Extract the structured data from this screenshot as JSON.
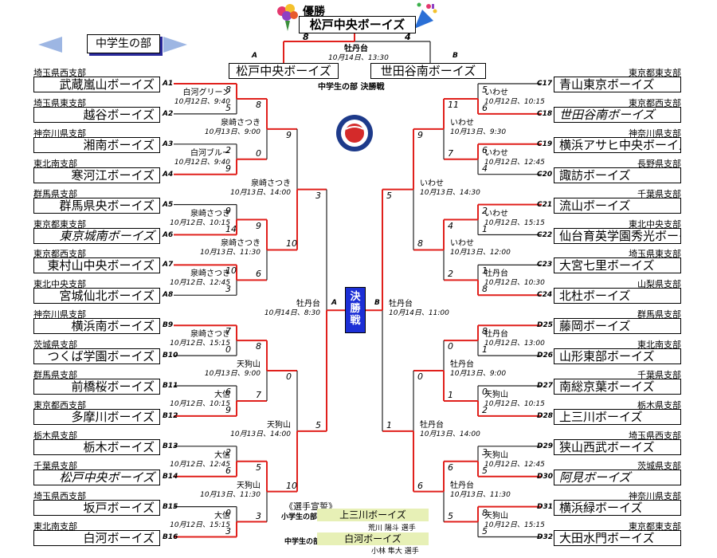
{
  "header": {
    "section_title": "中学生の部",
    "champion_label": "優勝",
    "champion_team": "松戸中央ボーイズ",
    "final_score_a": "8",
    "final_score_b": "4",
    "final_venue": "牡丹台",
    "final_date": "10月14日、13:30",
    "final_team_a_letter": "A",
    "final_team_b_letter": "B",
    "final_team_a": "松戸中央ボーイズ",
    "final_team_b": "世田谷南ボーイズ",
    "final_caption": "中学生の部  決勝戦",
    "final_badge": "決勝戦"
  },
  "teams_left": [
    {
      "pref": "埼玉県西支部",
      "name": "武蔵嵐山ボーイズ",
      "code": "A1",
      "italic": false
    },
    {
      "pref": "埼玉県東支部",
      "name": "越谷ボーイズ",
      "code": "A2",
      "italic": false
    },
    {
      "pref": "神奈川県支部",
      "name": "湘南ボーイズ",
      "code": "A3",
      "italic": false
    },
    {
      "pref": "東北南支部",
      "name": "寒河江ボーイズ",
      "code": "A4",
      "italic": false
    },
    {
      "pref": "群馬県支部",
      "name": "群馬県央ボーイズ",
      "code": "A5",
      "italic": false
    },
    {
      "pref": "東京都東支部",
      "name": "東京城南ボーイズ",
      "code": "A6",
      "italic": true
    },
    {
      "pref": "東京都西支部",
      "name": "東村山中央ボーイズ",
      "code": "A7",
      "italic": false
    },
    {
      "pref": "東北中央支部",
      "name": "宮城仙北ボーイズ",
      "code": "A8",
      "italic": false
    },
    {
      "pref": "神奈川県支部",
      "name": "横浜南ボーイズ",
      "code": "B9",
      "italic": false
    },
    {
      "pref": "茨城県支部",
      "name": "つくば学園ボーイズ",
      "code": "B10",
      "italic": false
    },
    {
      "pref": "群馬県支部",
      "name": "前橋桜ボーイズ",
      "code": "B11",
      "italic": false
    },
    {
      "pref": "東京都西支部",
      "name": "多摩川ボーイズ",
      "code": "B12",
      "italic": false
    },
    {
      "pref": "栃木県支部",
      "name": "栃木ボーイズ",
      "code": "B13",
      "italic": false
    },
    {
      "pref": "千葉県支部",
      "name": "松戸中央ボーイズ",
      "code": "B14",
      "italic": true
    },
    {
      "pref": "埼玉県西支部",
      "name": "坂戸ボーイズ",
      "code": "B15",
      "italic": false
    },
    {
      "pref": "東北南支部",
      "name": "白河ボーイズ",
      "code": "B16",
      "italic": false
    }
  ],
  "teams_right": [
    {
      "pref": "東京都東支部",
      "name": "青山東京ボーイズ",
      "code": "C17",
      "italic": false
    },
    {
      "pref": "東京都西支部",
      "name": "世田谷南ボーイズ",
      "code": "C18",
      "italic": true
    },
    {
      "pref": "神奈川県支部",
      "name": "横浜アサヒ中央ボーイズ",
      "code": "C19",
      "italic": false
    },
    {
      "pref": "長野県支部",
      "name": "諏訪ボーイズ",
      "code": "C20",
      "italic": false
    },
    {
      "pref": "千葉県支部",
      "name": "流山ボーイズ",
      "code": "C21",
      "italic": false
    },
    {
      "pref": "東北中央支部",
      "name": "仙台育英学園秀光ボーイズ",
      "code": "C22",
      "italic": false
    },
    {
      "pref": "埼玉県東支部",
      "name": "大宮七里ボーイズ",
      "code": "C23",
      "italic": false
    },
    {
      "pref": "山梨県支部",
      "name": "北杜ボーイズ",
      "code": "C24",
      "italic": false
    },
    {
      "pref": "群馬県支部",
      "name": "藤岡ボーイズ",
      "code": "D25",
      "italic": false
    },
    {
      "pref": "東北南支部",
      "name": "山形東部ボーイズ",
      "code": "D26",
      "italic": false
    },
    {
      "pref": "千葉県支部",
      "name": "南総京葉ボーイズ",
      "code": "D27",
      "italic": false
    },
    {
      "pref": "栃木県支部",
      "name": "上三川ボーイズ",
      "code": "D28",
      "italic": false
    },
    {
      "pref": "埼玉県西支部",
      "name": "狭山西武ボーイズ",
      "code": "D29",
      "italic": false
    },
    {
      "pref": "茨城県支部",
      "name": "阿見ボーイズ",
      "code": "D30",
      "italic": true
    },
    {
      "pref": "神奈川県支部",
      "name": "横浜緑ボーイズ",
      "code": "D31",
      "italic": false
    },
    {
      "pref": "東京都東支部",
      "name": "大田水門ボーイズ",
      "code": "D32",
      "italic": false
    }
  ],
  "left_r1": [
    {
      "venue": "白河グリーン",
      "date": "10月12日、9:40",
      "s1": "8",
      "s2": "5",
      "w": 0
    },
    {
      "venue": "白河ブルー",
      "date": "10月12日、9:40",
      "s1": "2",
      "s2": "9",
      "w": 1
    },
    {
      "venue": "泉崎さつき",
      "date": "10月12日、10:15",
      "s1": "9",
      "s2": "14",
      "w": 1
    },
    {
      "venue": "泉崎さつき",
      "date": "10月12日、12:45",
      "s1": "10",
      "s2": "3",
      "w": 0
    },
    {
      "venue": "泉崎さつき",
      "date": "10月12日、15:15",
      "s1": "7",
      "s2": "0",
      "w": 0
    },
    {
      "venue": "大信",
      "date": "10月12日、10:15",
      "s1": "6",
      "s2": "9",
      "w": 1
    },
    {
      "venue": "大信",
      "date": "10月12日、12:45",
      "s1": "2",
      "s2": "6",
      "w": 1
    },
    {
      "venue": "大信",
      "date": "10月12日、15:15",
      "s1": "0",
      "s2": "3",
      "w": 1
    }
  ],
  "left_r2": [
    {
      "venue": "泉崎さつき",
      "date": "10月13日、9:00",
      "s1": "8",
      "s2": "0",
      "w": 0
    },
    {
      "venue": "泉崎さつき",
      "date": "10月13日、11:30",
      "s1": "9",
      "s2": "6",
      "w": 0
    },
    {
      "venue": "天狗山",
      "date": "10月13日、9:00",
      "s1": "8",
      "s2": "7",
      "w": 0
    },
    {
      "venue": "天狗山",
      "date": "10月13日、11:30",
      "s1": "5",
      "s2": "3",
      "w": 0
    }
  ],
  "left_r3": [
    {
      "venue": "泉崎さつき",
      "date": "10月13日、14:00",
      "s1": "9",
      "s2": "10",
      "w": 1
    },
    {
      "venue": "天狗山",
      "date": "10月13日、14:00",
      "s1": "0",
      "s2": "10",
      "w": 1
    }
  ],
  "left_sf": {
    "venue": "牡丹台",
    "date": "10月14日、8:30",
    "s1": "3",
    "s2": "5",
    "w": 1
  },
  "right_r1": [
    {
      "venue": "いわせ",
      "date": "10月12日、10:15",
      "s1": "5",
      "s2": "6",
      "w": 1
    },
    {
      "venue": "いわせ",
      "date": "10月12日、12:45",
      "s1": "6",
      "s2": "4",
      "w": 0
    },
    {
      "venue": "いわせ",
      "date": "10月12日、15:15",
      "s1": "2",
      "s2": "1",
      "w": 0
    },
    {
      "venue": "牡丹台",
      "date": "10月12日、10:30",
      "s1": "1",
      "s2": "8",
      "w": 1
    },
    {
      "venue": "牡丹台",
      "date": "10月12日、13:00",
      "s1": "8",
      "s2": "1",
      "w": 0
    },
    {
      "venue": "天狗山",
      "date": "10月12日、10:15",
      "s1": "0",
      "s2": "2",
      "w": 1
    },
    {
      "venue": "天狗山",
      "date": "10月12日、12:45",
      "s1": "3",
      "s2": "5",
      "w": 1
    },
    {
      "venue": "天狗山",
      "date": "10月12日、15:15",
      "s1": "8",
      "s2": "5",
      "w": 0
    }
  ],
  "right_r2": [
    {
      "venue": "いわせ",
      "date": "10月13日、9:30",
      "s1": "11",
      "s2": "7",
      "w": 0
    },
    {
      "venue": "いわせ",
      "date": "10月13日、12:00",
      "s1": "4",
      "s2": "2",
      "w": 0
    },
    {
      "venue": "牡丹台",
      "date": "10月13日、9:00",
      "s1": "0",
      "s2": "1",
      "w": 1
    },
    {
      "venue": "牡丹台",
      "date": "10月13日、11:30",
      "s1": "6",
      "s2": "5",
      "w": 0
    }
  ],
  "right_r3": [
    {
      "venue": "いわせ",
      "date": "10月13日、14:30",
      "s1": "9",
      "s2": "8",
      "w": 0
    },
    {
      "venue": "牡丹台",
      "date": "10月13日、14:00",
      "s1": "0",
      "s2": "6",
      "w": 1
    }
  ],
  "right_sf": {
    "venue": "牡丹台",
    "date": "10月14日、11:00",
    "s1": "5",
    "s2": "1",
    "w": 0
  },
  "oath": {
    "heading": "《選手宣誓》",
    "elem_label": "小学生の部",
    "elem_team": "上三川ボーイズ",
    "elem_player": "荒川 陽斗  選手",
    "jr_label": "中学生の部",
    "jr_team": "白河ボーイズ",
    "jr_player": "小林 隼大  選手"
  },
  "colors": {
    "winner_line": "#e0201c",
    "line": "#222222",
    "badge": "#1c2fd6",
    "oath_bg": "#e7f0b6",
    "title_shadow": "#2a2a9c"
  }
}
